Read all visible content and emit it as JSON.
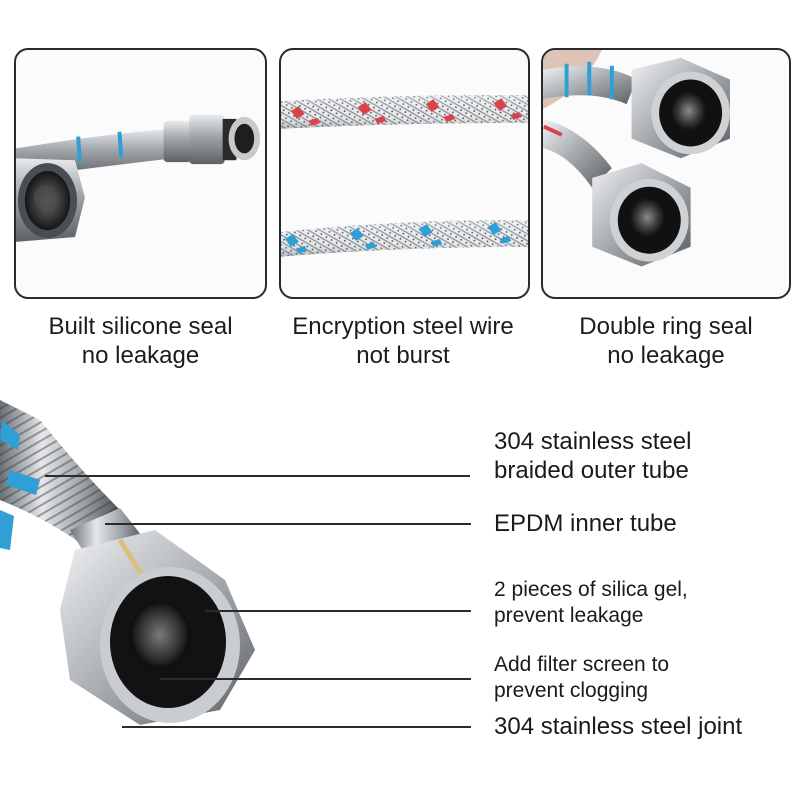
{
  "features": [
    {
      "id": "seal",
      "caption_line1": "Built silicone seal",
      "caption_line2": "no leakage",
      "image": "hose-end-with-filter-and-male-connector"
    },
    {
      "id": "wire",
      "caption_line1": "Encryption steel wire",
      "caption_line2": "not burst",
      "image": "braided-hoses-red-and-blue"
    },
    {
      "id": "ring",
      "caption_line1": "Double ring seal",
      "caption_line2": "no leakage",
      "image": "two-female-hose-connectors"
    }
  ],
  "diagram": {
    "image": "hose-female-connector-closeup",
    "callouts": [
      {
        "line1": "304 stainless steel",
        "line2": "braided outer tube"
      },
      {
        "line1": "EPDM inner tube",
        "line2": ""
      },
      {
        "line1": "2 pieces of silica gel,",
        "line2": "prevent leakage"
      },
      {
        "line1": "Add filter screen to",
        "line2": "prevent clogging"
      },
      {
        "line1": "304 stainless steel joint",
        "line2": ""
      }
    ]
  },
  "colors": {
    "border": "#2a2a2a",
    "hot_marker": "#d9444a",
    "cold_marker": "#2f9fd6",
    "steel": "#b8bcc0",
    "text": "#1a1a1a"
  }
}
